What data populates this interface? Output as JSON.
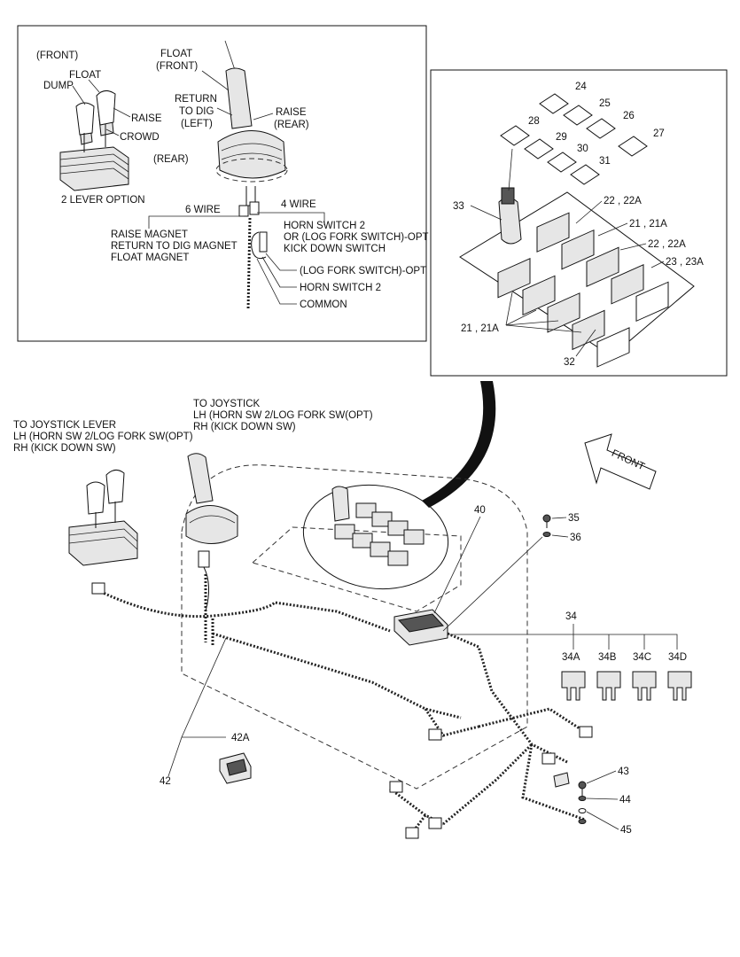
{
  "top_left_panel": {
    "front_label": "(FRONT)",
    "float": "FLOAT",
    "dump": "DUMP",
    "raise": "RAISE",
    "crowd": "CROWD",
    "two_lever_option": "2 LEVER OPTION",
    "joystick_float": "FLOAT",
    "joystick_front": "(FRONT)",
    "return_to_dig_1": "RETURN",
    "return_to_dig_2": "TO DIG",
    "return_to_dig_3": "(LEFT)",
    "raise_rear_1": "RAISE",
    "raise_rear_2": "(REAR)",
    "rear": "(REAR)",
    "six_wire": "6 WIRE",
    "four_wire": "4 WIRE",
    "raise_magnet": "RAISE MAGNET",
    "return_to_dig_magnet": "RETURN TO DIG MAGNET",
    "float_magnet": "FLOAT MAGNET",
    "horn_switch_2": "HORN SWITCH 2",
    "log_fork_opt": "OR (LOG FORK SWITCH)-OPT",
    "kick_down_switch": "KICK DOWN SWITCH",
    "log_fork_switch_opt": "(LOG FORK SWITCH)-OPT",
    "horn_switch_2b": "HORN SWITCH 2",
    "common": "COMMON"
  },
  "top_right_panel": {
    "callouts": [
      "24",
      "25",
      "26",
      "27",
      "28",
      "29",
      "30",
      "31",
      "33",
      "22 , 22A",
      "21 , 21A",
      "22 , 22A",
      "23 , 23A",
      "21 , 21A",
      "32"
    ]
  },
  "main": {
    "to_joystick_lever_1": "TO JOYSTICK LEVER",
    "to_joystick_lever_2": "LH (HORN SW 2/LOG FORK SW(OPT)",
    "to_joystick_lever_3": "RH (KICK DOWN SW)",
    "to_joystick_1": "TO JOYSTICK",
    "to_joystick_2": "LH (HORN SW 2/LOG FORK SW(OPT)",
    "to_joystick_3": "RH (KICK DOWN SW)",
    "front_arrow": "FRONT",
    "callouts": {
      "c35": "35",
      "c36": "36",
      "c40": "40",
      "c34": "34",
      "c34a": "34A",
      "c34b": "34B",
      "c34c": "34C",
      "c34d": "34D",
      "c42a": "42A",
      "c42": "42",
      "c43": "43",
      "c44": "44",
      "c45": "45"
    }
  }
}
